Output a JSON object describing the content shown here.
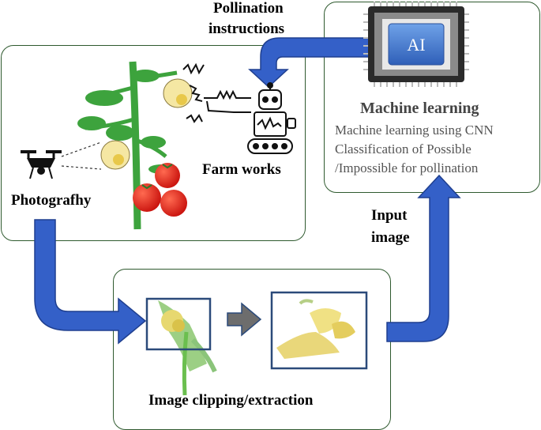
{
  "labels": {
    "pollination": "Pollination",
    "instructions": "instructions",
    "farm_works": "Farm works",
    "photography": "Photografhy",
    "input": "Input",
    "image": "image",
    "clipping": "Image clipping/extraction"
  },
  "ai_chip": {
    "text": "AI"
  },
  "machine_learning": {
    "title": "Machine learning",
    "line1": "Machine learning using CNN",
    "line2": "Classification of Possible",
    "line3": "/Impossible for pollination"
  },
  "colors": {
    "arrow_blue": "#3460c8",
    "arrow_edge": "#1f3f8f",
    "panel_border": "#2f5a2f",
    "stem_green": "#3da33d",
    "tomato_red": "#e4241e",
    "chip_blue": "#4a7fd4",
    "gray_arrow": "#6d6d6d"
  }
}
